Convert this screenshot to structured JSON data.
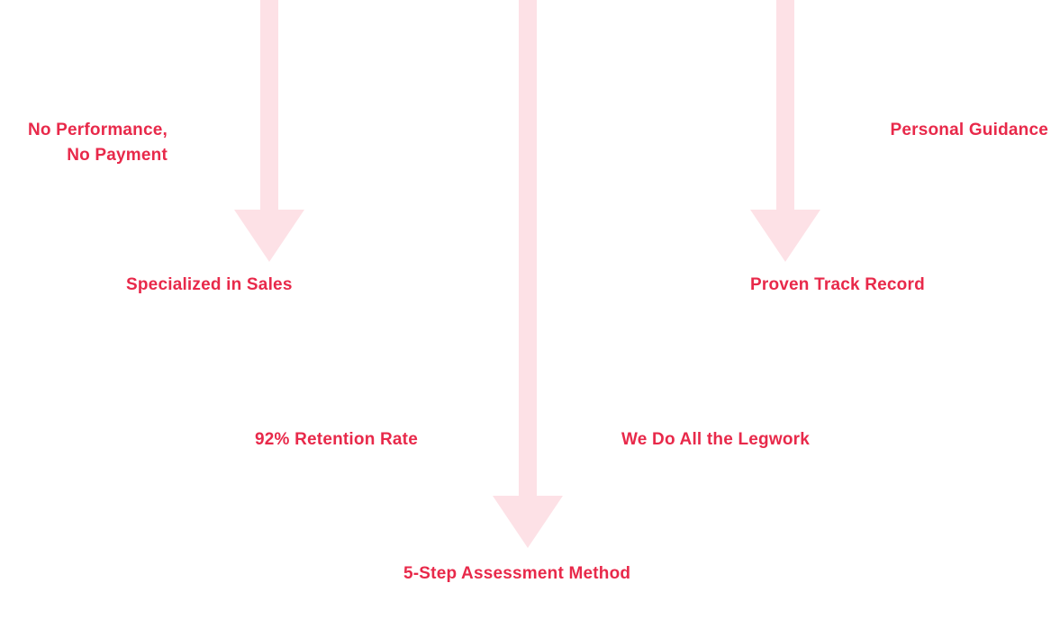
{
  "colors": {
    "text": "#e8294a",
    "arrow": "#fde1e6"
  },
  "labels": {
    "no_performance_line1": "No Performance,",
    "no_performance_line2": "No Payment",
    "personal_guidance": "Personal Guidance",
    "specialized_in_sales": "Specialized in Sales",
    "proven_track_record": "Proven Track Record",
    "retention_rate": "92% Retention Rate",
    "legwork": "We Do All the Legwork",
    "assessment_method": "5-Step Assessment Method"
  }
}
